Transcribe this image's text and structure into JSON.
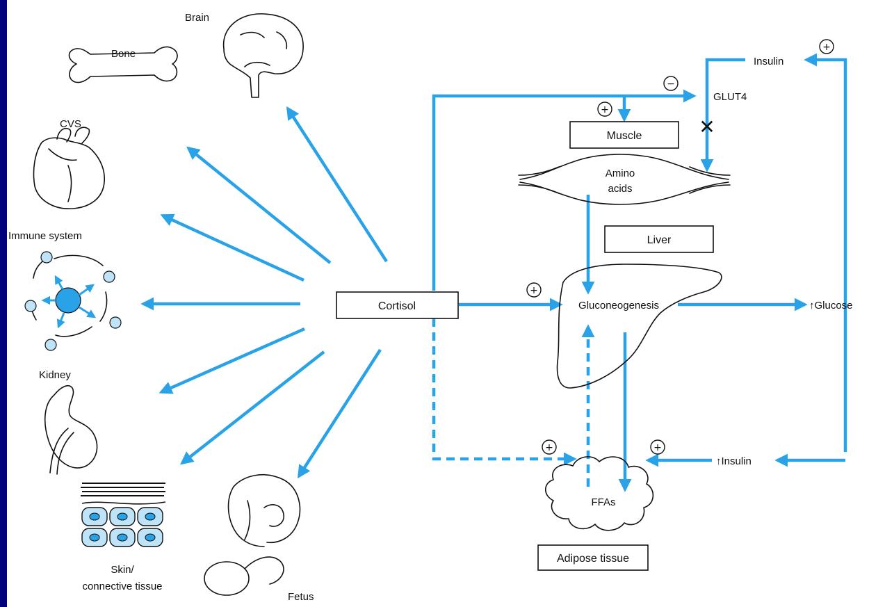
{
  "organs": {
    "brain": "Brain",
    "bone": "Bone",
    "cvs": "CVS",
    "immune": "Immune system",
    "kidney": "Kidney",
    "skin_line1": "Skin/",
    "skin_line2": "connective tissue",
    "fetus": "Fetus"
  },
  "boxes": {
    "cortisol": "Cortisol",
    "muscle": "Muscle",
    "liver": "Liver",
    "adipose": "Adipose tissue"
  },
  "metabolism": {
    "insulin_top": "Insulin",
    "glut4": "GLUT4",
    "amino_line1": "Amino",
    "amino_line2": "acids",
    "gluconeogenesis": "Gluconeogenesis",
    "glucose": "↑Glucose",
    "insulin_bottom": "↑Insulin",
    "ffas": "FFAs",
    "block_mark": "✕"
  },
  "signs": {
    "plus": "+",
    "minus": "−"
  },
  "colors": {
    "frame": "#00007a",
    "arrow": "#2aa2e8",
    "cell_fill": "#bfe3f7",
    "nucleus_fill": "#2aa2e8"
  }
}
